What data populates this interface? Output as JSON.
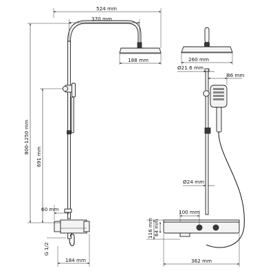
{
  "dimensions": {
    "overall_width": "524 mm",
    "arm_reach": "370 mm",
    "head_side_width": "188 mm",
    "total_height": "800-1250 mm",
    "bracket_height": "691 mm",
    "wall_offset": "60 mm",
    "thread": "G 1/2",
    "mixer_width": "184 mm",
    "head_front_width": "260 mm",
    "pipe_diameter_upper": "Ø21.6 mm",
    "hand_shower_offset": "86 mm",
    "pipe_diameter_lower": "Ø24 mm",
    "mixer_center": "100 mm",
    "shelf_height": "116 mm",
    "shelf_inner_height": "64 mm",
    "shelf_width": "362 mm"
  }
}
